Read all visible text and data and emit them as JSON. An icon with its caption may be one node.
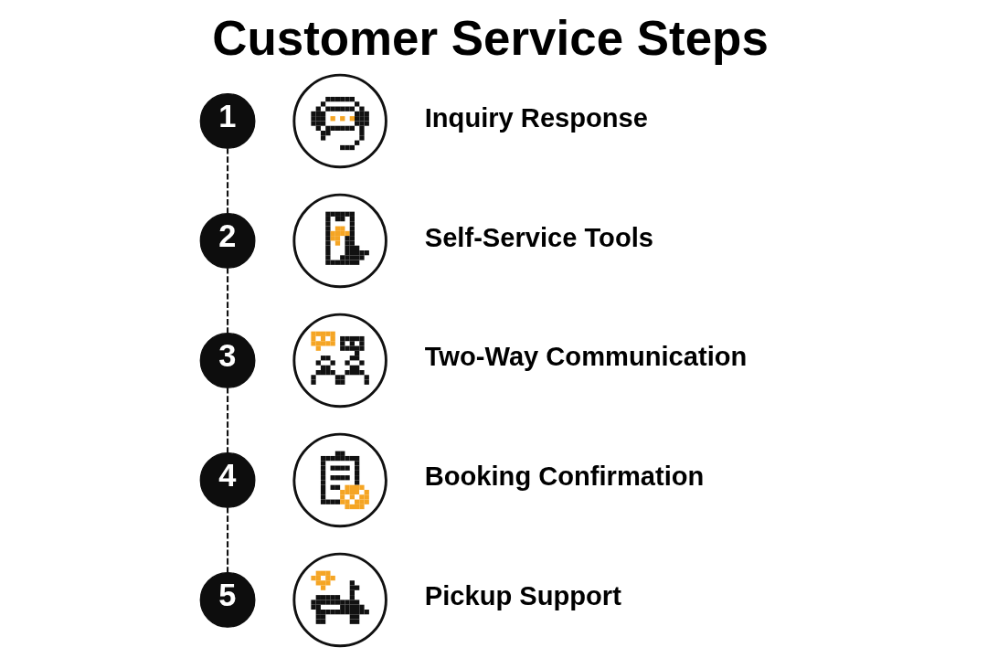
{
  "diagram": {
    "title": "Customer Service Steps",
    "nodes": [
      {
        "text": [
          "1"
        ]
      },
      {
        "text": [],
        "shape": "picture",
        "beside": [
          "Inquiry Response"
        ]
      },
      {
        "text": [
          "2"
        ]
      },
      {
        "text": [],
        "shape": "picture",
        "beside": [
          "Self-Service Tools"
        ]
      },
      {
        "text": [
          "3"
        ]
      },
      {
        "text": [],
        "shape": "picture",
        "beside": [
          "Two-Way Communication"
        ]
      },
      {
        "text": [
          "4"
        ]
      },
      {
        "text": [],
        "shape": "picture",
        "beside": [
          "Booking Confirmation"
        ]
      },
      {
        "text": [
          "5"
        ]
      },
      {
        "text": [],
        "shape": "picture",
        "beside": [
          "Pickup Support"
        ]
      }
    ],
    "edges": [
      {
        "from": 0,
        "to": 2,
        "arrow": "none",
        "style": "dashed"
      },
      {
        "from": 2,
        "to": 4,
        "arrow": "none",
        "style": "dashed"
      },
      {
        "from": 4,
        "to": 6,
        "arrow": "none",
        "style": "dashed"
      },
      {
        "from": 6,
        "to": 8,
        "arrow": "none",
        "style": "dashed"
      }
    ]
  }
}
